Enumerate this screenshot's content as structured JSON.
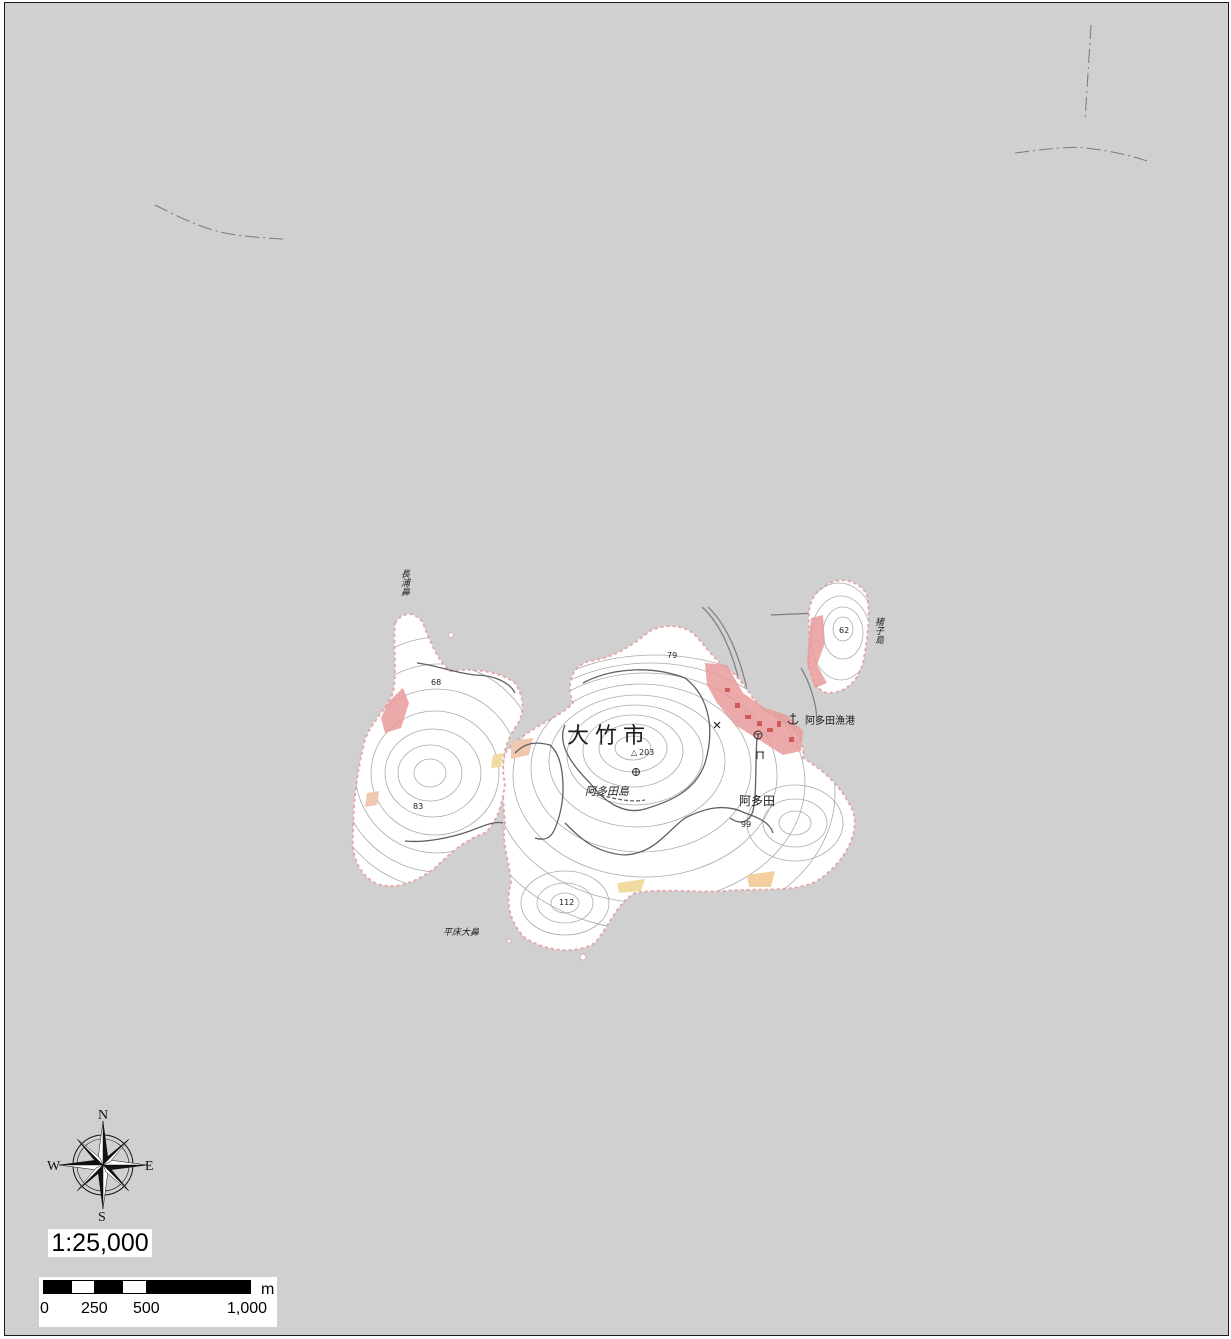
{
  "map": {
    "city_label": "大竹市",
    "island_label": "阿多田島",
    "village_label": "阿多田",
    "port_label": "阿多田漁港",
    "cape_north_label": "長浦鼻",
    "cape_south_label": "平床大鼻",
    "islet_label": "猪子島",
    "summit_elevation": "203",
    "spot_elevations": [
      "79",
      "68",
      "83",
      "112",
      "62",
      "99"
    ],
    "colors": {
      "sea": "#d0d0d0",
      "land": "#ffffff",
      "settlement": "#e79a9a",
      "farmland": "#f0dca0",
      "contour": "#a8a8a8",
      "road": "#606060"
    }
  },
  "compass": {
    "north": "N",
    "south": "S",
    "east": "E",
    "west": "W",
    "icon": "compass-rose-icon"
  },
  "scale": {
    "ratio": "1:25,000",
    "unit": "m",
    "ticks": [
      "0",
      "250",
      "500",
      "1,000"
    ]
  }
}
